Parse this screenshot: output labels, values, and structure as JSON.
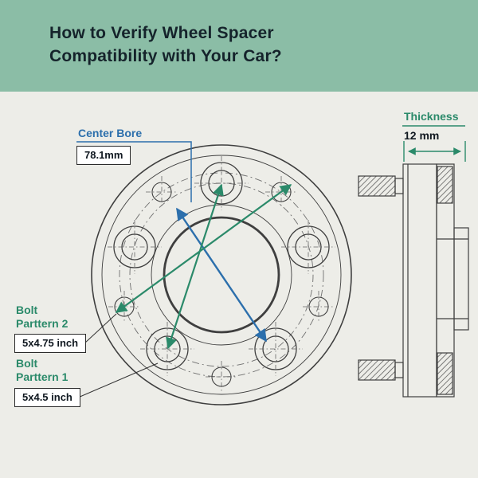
{
  "header": {
    "title_line1": "How to Verify Wheel Spacer",
    "title_line2": "Compatibility with Your Car?"
  },
  "annotations": {
    "center_bore": {
      "label": "Center Bore",
      "value": "78.1mm"
    },
    "thickness": {
      "label": "Thickness",
      "value": "12 mm"
    },
    "bolt_pattern_2": {
      "label_line1": "Bolt",
      "label_line2": "Parttern 2",
      "value": "5x4.75 inch"
    },
    "bolt_pattern_1": {
      "label_line1": "Bolt",
      "label_line2": "Parttern 1",
      "value": "5x4.5 inch"
    }
  },
  "colors": {
    "header_background": "#8BBDA6",
    "body_background": "#EDEDE8",
    "accent_green": "#2B8A6A",
    "accent_blue": "#2C6FAC",
    "ink": "#15232B",
    "line": "#3F3F3F"
  }
}
